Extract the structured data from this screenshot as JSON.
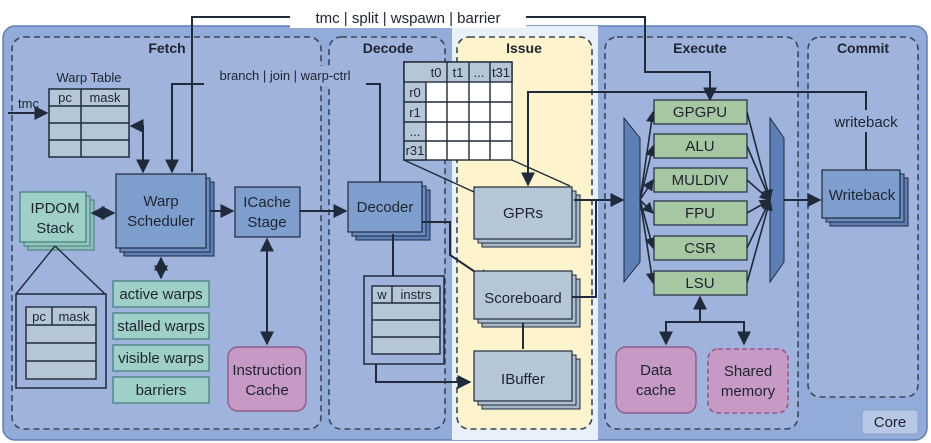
{
  "top_signal": "tmc | split | wspawn | barrier",
  "branch_signal": "branch | join | warp-ctrl",
  "tmc_input": "tmc",
  "stages": {
    "fetch": "Fetch",
    "decode": "Decode",
    "issue": "Issue",
    "execute": "Execute",
    "commit": "Commit"
  },
  "core_label": "Core",
  "fetch": {
    "warp_table_title": "Warp Table",
    "pc": "pc",
    "mask": "mask",
    "warp_scheduler": [
      "Warp",
      "Scheduler"
    ],
    "ipdom": [
      "IPDOM",
      "Stack"
    ],
    "icache_stage": [
      "ICache",
      "Stage"
    ],
    "instruction_cache": [
      "Instruction",
      "Cache"
    ],
    "warp_states": [
      "active warps",
      "stalled warps",
      "visible warps",
      "barriers"
    ]
  },
  "decode": {
    "decoder": "Decoder",
    "w": "w",
    "instrs": "instrs"
  },
  "issue": {
    "gprs": "GPRs",
    "scoreboard": "Scoreboard",
    "ibuffer": "IBuffer",
    "reg_cols": [
      "t0",
      "t1",
      "...",
      "t31"
    ],
    "reg_rows": [
      "r0",
      "r1",
      "...",
      "r31"
    ]
  },
  "execute": {
    "units": [
      "GPGPU",
      "ALU",
      "MULDIV",
      "FPU",
      "CSR",
      "LSU"
    ],
    "data_cache": [
      "Data",
      "cache"
    ],
    "shared_memory": [
      "Shared",
      "memory"
    ]
  },
  "commit": {
    "writeback_label": "writeback",
    "writeback": "Writeback"
  },
  "colors": {
    "core_bg": "#93abd8",
    "stage_bg": "#9fb3dc",
    "issue_bg": "#fdf4cd",
    "block_blue": "#7e9fce",
    "block_gray": "#b5c7d6",
    "block_teal": "#9ecfc8",
    "block_green": "#a7c7a3",
    "block_pink": "#c69ac4",
    "dashed": "#3b4658",
    "arrow": "#1f2a3a"
  }
}
